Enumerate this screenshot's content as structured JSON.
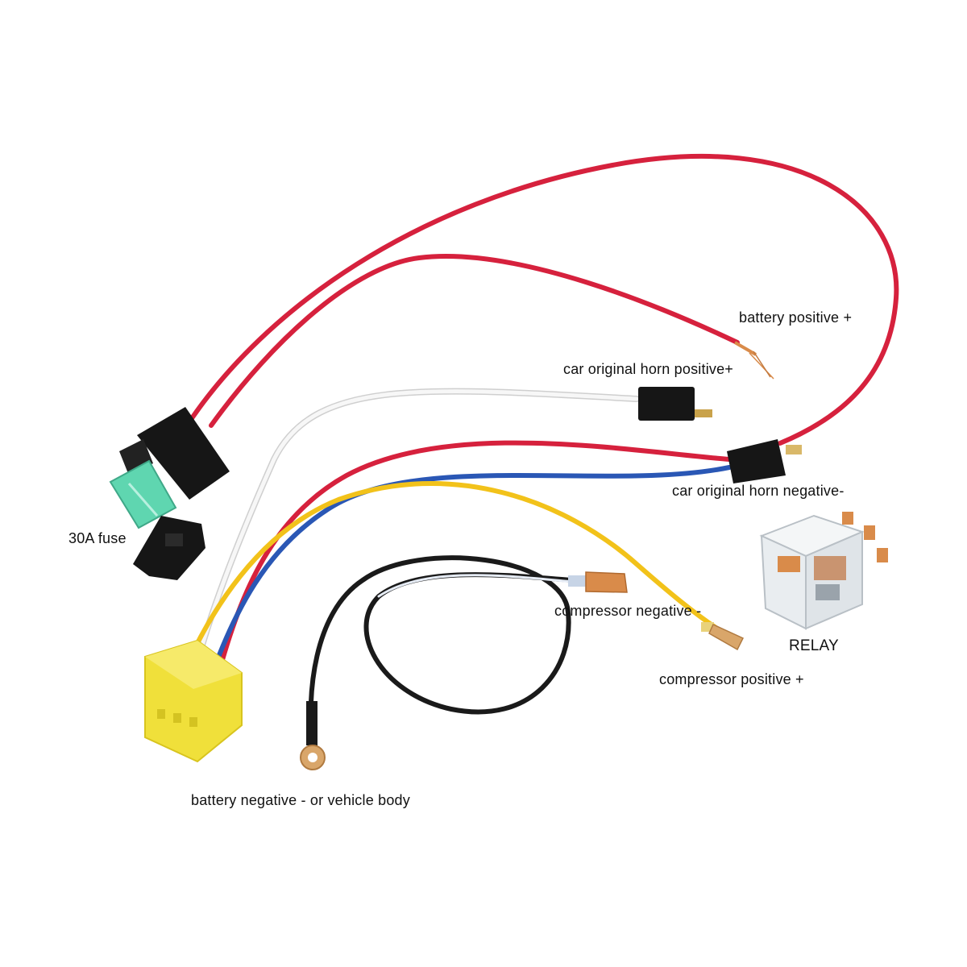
{
  "labels": {
    "battery_positive": "battery positive +",
    "horn_positive": "car original horn positive+",
    "horn_negative": "car original horn negative-",
    "fuse": "30A fuse",
    "compressor_negative": "compressor negative -",
    "relay": "RELAY",
    "compressor_positive": "compressor positive +",
    "battery_negative": "battery negative - or vehicle body"
  },
  "colors": {
    "background": "#ffffff",
    "wire_red": "#d6213d",
    "wire_blue": "#2a57b5",
    "wire_white": "#f4f4f4",
    "wire_yellow": "#f2c21a",
    "wire_black": "#1a1a1a",
    "connector_black": "#161616",
    "fuse_green": "#5fd6b0",
    "socket_yellow": "#f0e03a",
    "relay_clear": "#e9edf0",
    "terminal_copper": "#d98b4a",
    "text": "#111111"
  }
}
